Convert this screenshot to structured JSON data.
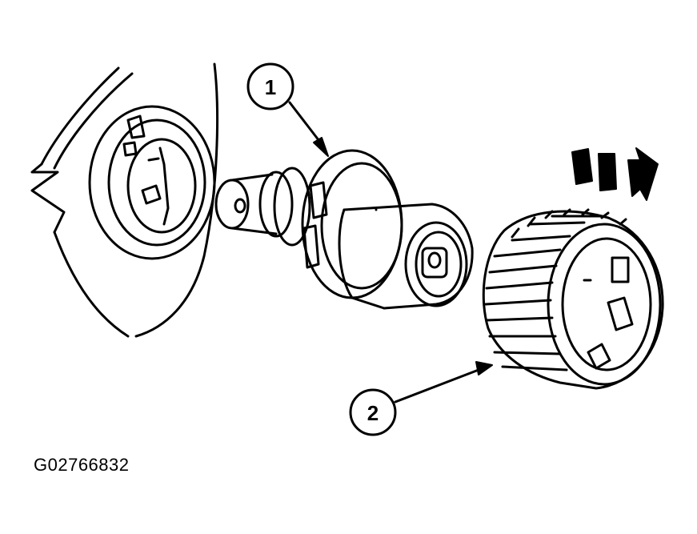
{
  "figure_id": "G02766832",
  "callouts": [
    {
      "id": "1",
      "target": "bulb"
    },
    {
      "id": "2",
      "target": "bulb-retaining-ring"
    }
  ],
  "colors": {
    "ink": "#000000",
    "paper": "#ffffff"
  }
}
